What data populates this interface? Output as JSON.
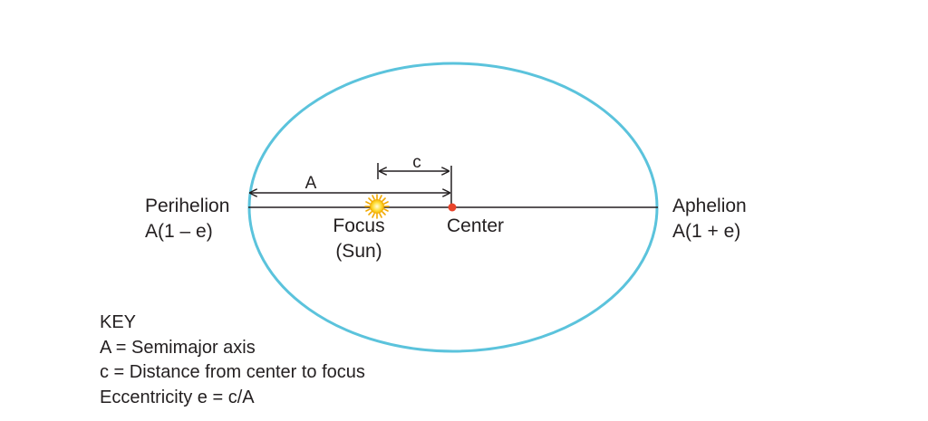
{
  "colors": {
    "orbit": "#5bc3dc",
    "axis_line": "#231f20",
    "center_dot": "#e8442b",
    "sun_fill": "#ffd21f",
    "sun_rays": "#f2a900",
    "text": "#231f20"
  },
  "labels": {
    "perihelion_title": "Perihelion",
    "perihelion_formula": "A(1 – e)",
    "aphelion_title": "Aphelion",
    "aphelion_formula": "A(1 + e)",
    "focus_title": "Focus",
    "focus_subtitle": "(Sun)",
    "center": "Center",
    "semimajor_symbol": "A",
    "distance_symbol": "c"
  },
  "icons": {
    "sun": "sun-icon",
    "center": "center-dot"
  },
  "key": {
    "title": "KEY",
    "lines": [
      "A = Semimajor axis",
      "c = Distance from center to focus",
      "Eccentricity e = c/A"
    ]
  }
}
